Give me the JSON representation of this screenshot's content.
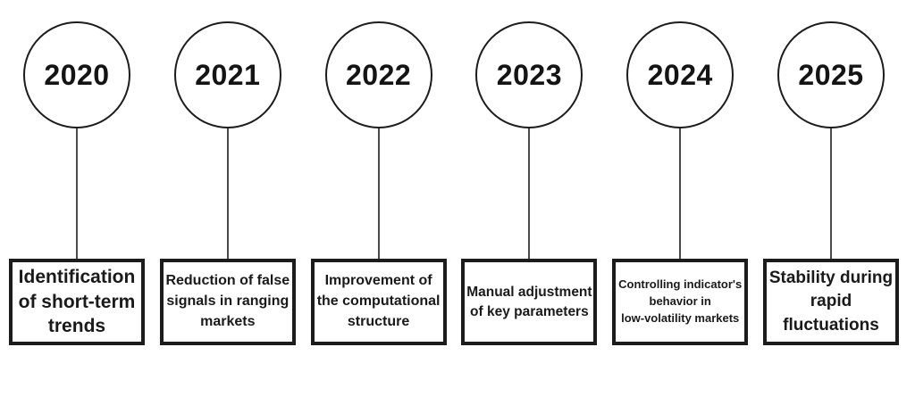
{
  "timeline": {
    "items": [
      {
        "year": "2020",
        "label": "Identification\nof short-term\ntrends"
      },
      {
        "year": "2021",
        "label": "Reduction of false\nsignals in ranging\nmarkets"
      },
      {
        "year": "2022",
        "label": "Improvement of\nthe computational\nstructure"
      },
      {
        "year": "2023",
        "label": "Manual adjustment\nof key parameters"
      },
      {
        "year": "2024",
        "label": "Controlling indicator's\nbehavior in\nlow-volatility markets"
      },
      {
        "year": "2025",
        "label": "Stability during\nrapid\nfluctuations"
      }
    ],
    "colors": {
      "ink": "#1a1a1a",
      "connector_line": "#4a4a4a",
      "background": "#ffffff"
    }
  }
}
